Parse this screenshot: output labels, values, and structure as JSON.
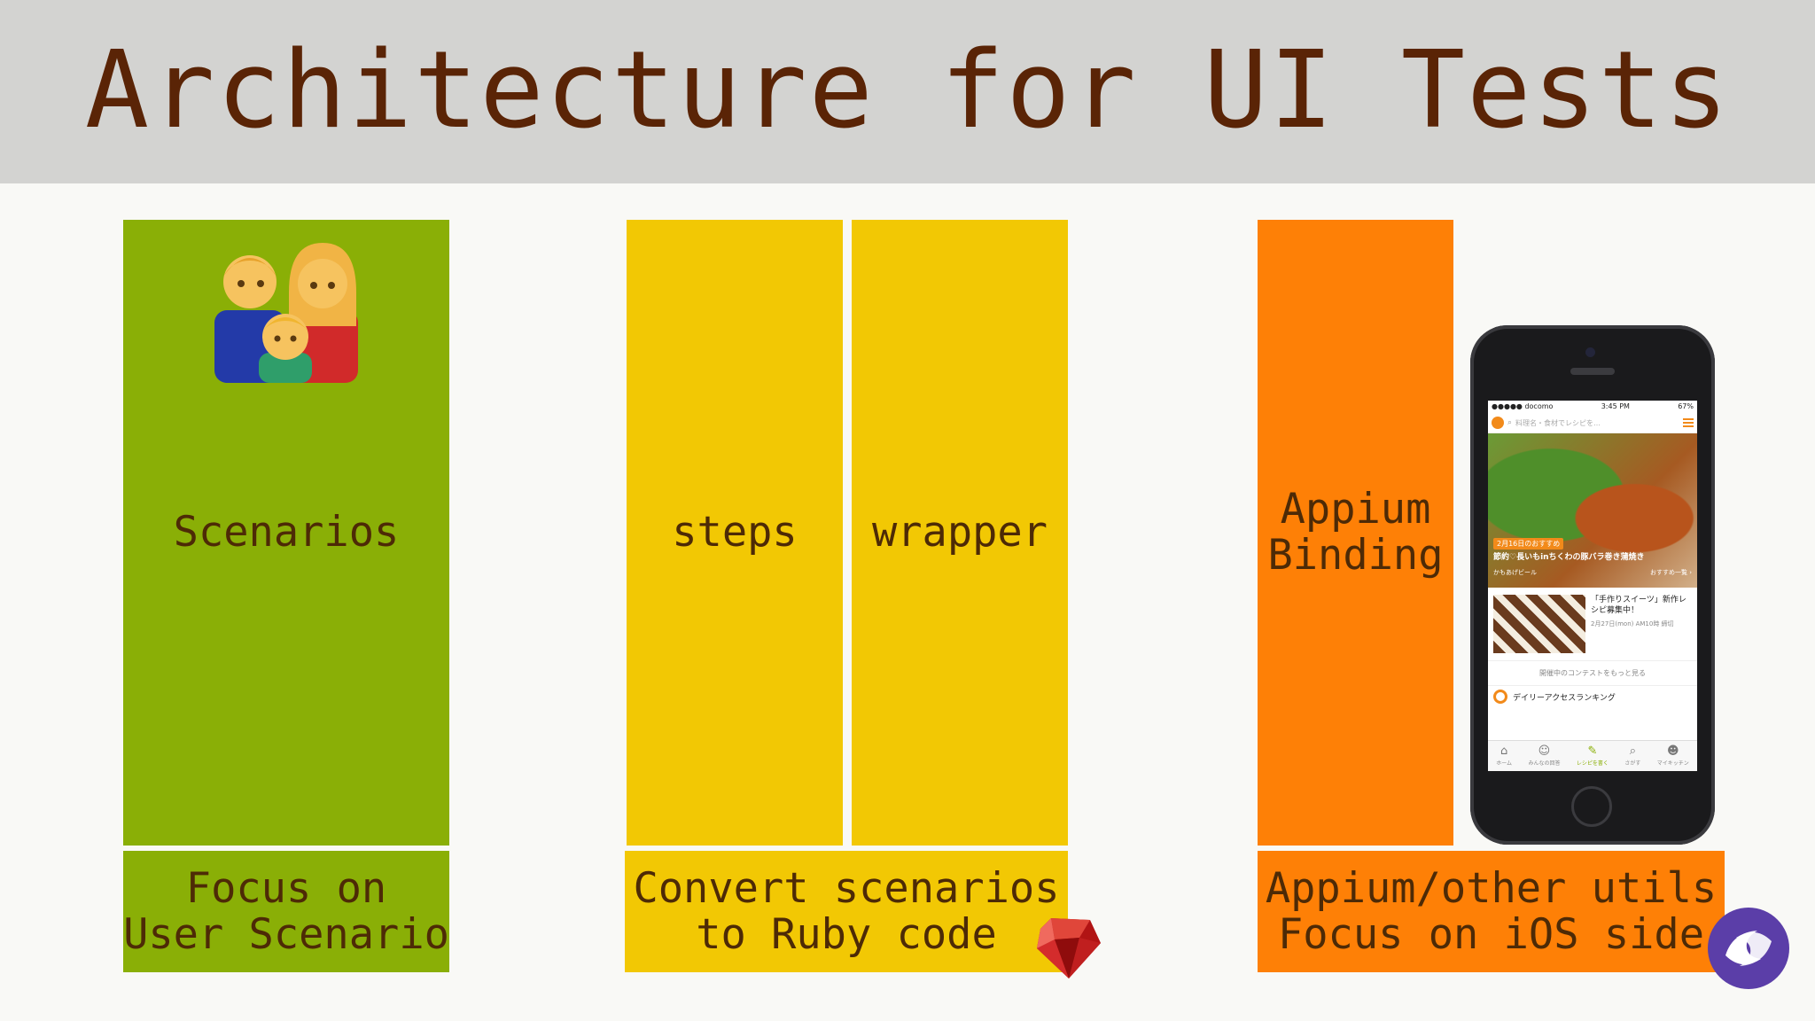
{
  "slide": {
    "title": "Architecture for UI Tests"
  },
  "columns": {
    "scenarios": "Scenarios",
    "steps": "steps",
    "wrapper": "wrapper",
    "appium_binding_line1": "Appium",
    "appium_binding_line2": "Binding"
  },
  "captions": {
    "left": "Focus on\nUser Scenario",
    "middle": "Convert scenarios\nto Ruby code",
    "right": "Appium/other utils\nFocus on iOS side"
  },
  "phone_screen": {
    "status": {
      "carrier": "●●●●● docomo ",
      "time": "3:45 PM",
      "battery": "67%"
    },
    "search_placeholder": "料理名・食材でレシピを…",
    "hero": {
      "tag": "2月16日のおすすめ",
      "caption": "節約♡長いもinちくわの豚バラ巻き蒲焼き",
      "author": "かもあげビール",
      "more": "おすすめ一覧 ›"
    },
    "card": {
      "title": "「手作りスイーツ」新作レシピ募集中！",
      "sub": "2月27日(mon) AM10時 締切"
    },
    "more_contests": "開催中のコンテストをもっと見る",
    "ranking": "デイリーアクセスランキング",
    "tabs": [
      {
        "label": "ホーム",
        "icon": "home-icon"
      },
      {
        "label": "みんなの回答",
        "icon": "chef-icon"
      },
      {
        "label": "レシピを書く",
        "icon": "edit-icon"
      },
      {
        "label": "さがす",
        "icon": "search-icon"
      },
      {
        "label": "マイキッチン",
        "icon": "person-icon"
      }
    ]
  },
  "colors": {
    "header_bg": "#d3d3d1",
    "title": "#5a2406",
    "green": "#8aaf06",
    "yellow": "#f2c804",
    "orange": "#fe8006",
    "text": "#4d2a06"
  },
  "icons": {
    "family": "family-emoji-icon",
    "ruby": "ruby-gem-icon",
    "xamarin": "xamarin-logo-icon"
  }
}
